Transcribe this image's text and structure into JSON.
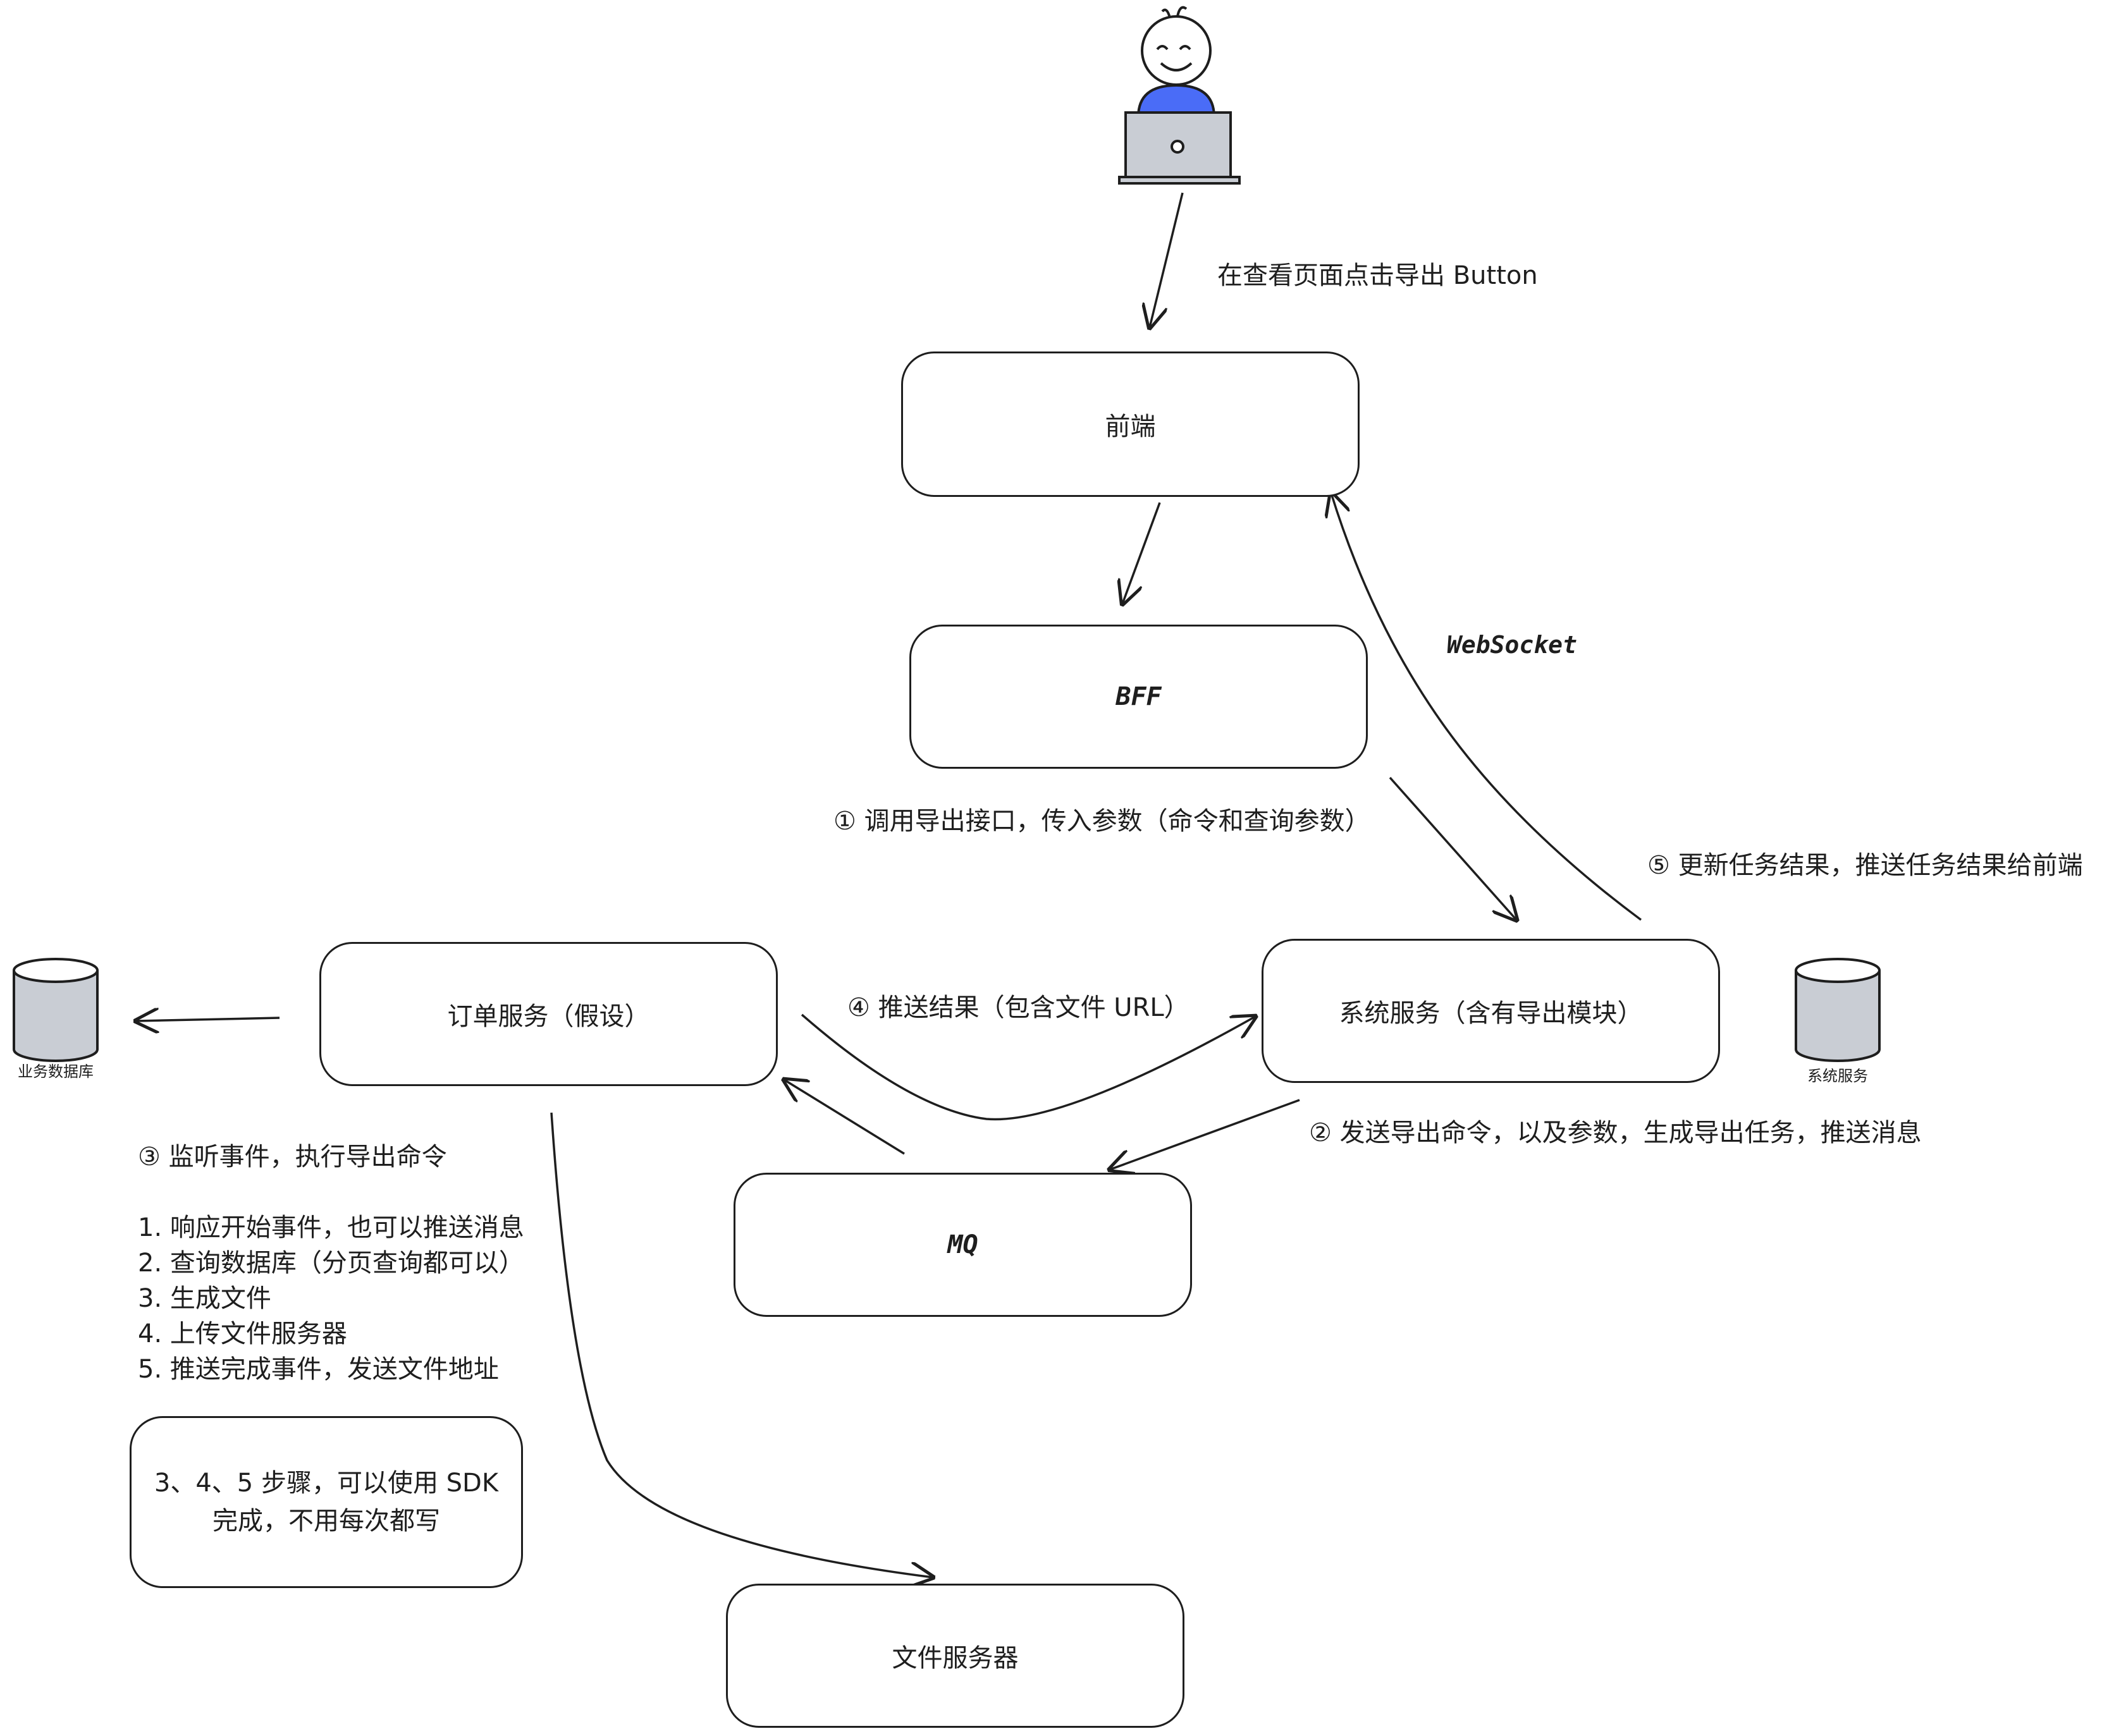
{
  "nodes": {
    "frontend": "前端",
    "bff": "BFF",
    "system_service": "系统服务（含有导出模块）",
    "order_service": "订单服务（假设）",
    "mq": "MQ",
    "file_server": "文件服务器"
  },
  "databases": {
    "business_db": "业务数据库",
    "system_db": "系统服务"
  },
  "edge_labels": {
    "click_export": "在查看页面点击导出 Button",
    "websocket": "WebSocket",
    "step1": "① 调用导出接口，传入参数（命令和查询参数）",
    "step2": "② 发送导出命令，以及参数，生成导出任务，推送消息",
    "step4": "④ 推送结果（包含文件 URL）",
    "step5": "⑤ 更新任务结果，推送任务结果给前端"
  },
  "step3": {
    "title": "③ 监听事件，执行导出命令",
    "items": [
      "1. 响应开始事件，也可以推送消息",
      "2. 查询数据库（分页查询都可以）",
      "3. 生成文件",
      "4. 上传文件服务器",
      "5. 推送完成事件，发送文件地址"
    ]
  },
  "note": {
    "line1": "3、4、5 步骤，可以使用 SDK",
    "line2": "完成，不用每次都写"
  },
  "colors": {
    "stroke": "#1e1e1e",
    "user_body": "#4a6cf7",
    "laptop": "#c9cdd4",
    "cylinder": "#c9cdd4"
  },
  "icons": {
    "user": "user-at-laptop-icon",
    "database": "database-cylinder-icon"
  }
}
